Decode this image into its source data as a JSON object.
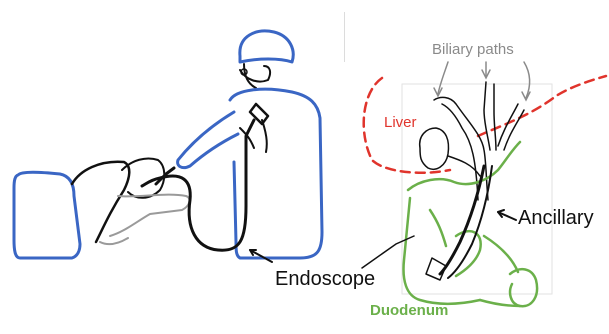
{
  "labels": {
    "biliary_paths": "Biliary paths",
    "liver": "Liver",
    "ancillary": "Ancillary",
    "endoscope": "Endoscope",
    "duodenum": "Duodenum"
  },
  "colors": {
    "outline_blue": "#3a66c4",
    "ink_black": "#111111",
    "liver_red": "#e0342c",
    "duodenum_green": "#6bb04a",
    "label_gray": "#8a8a8a",
    "label_black": "#111111",
    "skin_gray": "#9a9a9a"
  }
}
